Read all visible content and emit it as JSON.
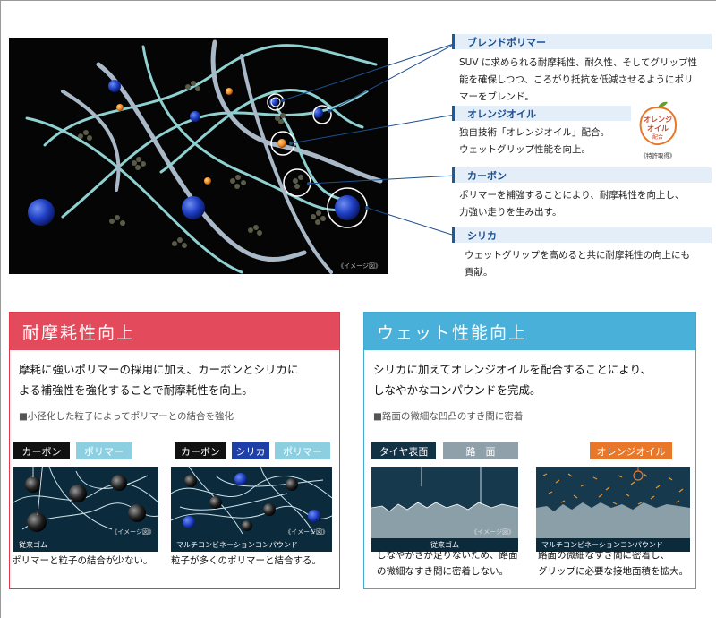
{
  "hero": {
    "note": "《イメージ図》"
  },
  "features": [
    {
      "title": "ブレンドポリマー",
      "body": [
        "SUV に求められる耐摩耗性、耐久性、そしてグリップ性",
        "能を確保しつつ、ころがり抵抗を低減させるようにポリ",
        "マーをブレンド。"
      ]
    },
    {
      "title": "オレンジオイル",
      "body": [
        "独自技術「オレンジオイル」配合。",
        "ウェットグリップ性能を向上。"
      ]
    },
    {
      "title": "カーボン",
      "body": [
        "ポリマーを補強することにより、耐摩耗性を向上し、",
        "力強い走りを生み出す。"
      ]
    },
    {
      "title": "シリカ",
      "body": [
        "ウェットグリップを高めると共に耐摩耗性の向上にも",
        "貢献。"
      ]
    }
  ],
  "badge": {
    "line1": "オレンジ",
    "line2": "オイル",
    "line3": "配合",
    "patent": "《特許取得》"
  },
  "panel_left": {
    "title": "耐摩耗性向上",
    "lead": [
      "摩耗に強いポリマーの採用に加え、カーボンとシリカに",
      "よる補強性を強化することで耐摩耗性を向上。"
    ],
    "sub": "■小径化した粒子によってポリマーとの結合を強化",
    "tag_carbon_a": "カーボン",
    "tag_polymer_a": "ポリマー",
    "tag_carbon_b": "カーボン",
    "tag_silica_b": "シリカ",
    "tag_polymer_b": "ポリマー",
    "note_a": "《イメージ図》",
    "note_b": "《イメージ図》",
    "cap_a": "従来ゴム",
    "cap_b": "マルチコンビネーションコンパウンド",
    "text_a": "ポリマーと粒子の結合が少ない。",
    "text_b": "粒子が多くのポリマーと結合する。"
  },
  "panel_right": {
    "title": "ウェット性能向上",
    "lead": [
      "シリカに加えてオレンジオイルを配合することにより、",
      "しなやかなコンパウンドを完成。"
    ],
    "sub": "■路面の微細な凹凸のすき間に密着",
    "tag_tire": "タイヤ表面",
    "tag_road": "路　面",
    "tag_oil": "オレンジオイル",
    "note_a": "《イメージ図》",
    "cap_a": "従来ゴム",
    "cap_b": "マルチコンビネーションコンパウンド",
    "text_a": [
      "しなやかさが足りないため、路面",
      "の微細なすき間に密着しない。"
    ],
    "text_b": [
      "路面の微細なすき間に密着し、",
      "グリップに必要な接地面積を拡大。"
    ]
  },
  "colors": {
    "red": "#e34a5b",
    "blue": "#49b0d9",
    "navy": "#1c4f8f",
    "orange": "#e8772a"
  }
}
